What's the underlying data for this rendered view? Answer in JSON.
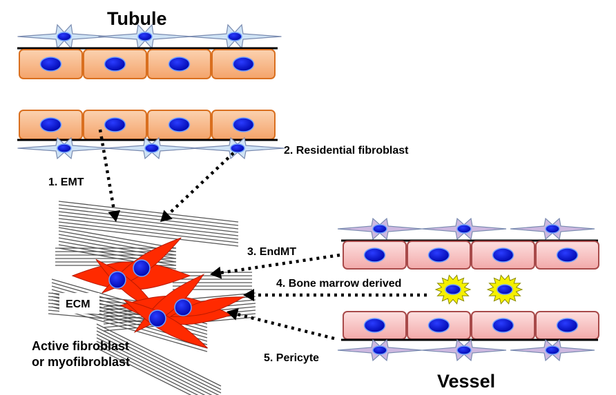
{
  "diagram": {
    "tubule_title": "Tubule",
    "vessel_title": "Vessel",
    "ecm_label": "ECM",
    "active_fibroblast_label": [
      "Active fibroblast",
      "or myofibroblast"
    ],
    "pathways": {
      "emt": "1.  EMT",
      "residential": "2. Residential fibroblast",
      "endmt": "3. EndMT",
      "bone_marrow": "4. Bone marrow derived",
      "pericyte": "5. Pericyte"
    }
  },
  "colors": {
    "epithelial_fill": "#f8b98a",
    "epithelial_stroke": "#d96f1f",
    "endothelial_fill": "#f7c5c5",
    "endothelial_stroke": "#a84a4a",
    "fibroblast_star_fill": "#cfe3f5",
    "pericyte_star_fill": "#cdb8e0",
    "nucleus": "#0010e0",
    "active_fibroblast": "#ff2a00",
    "bone_marrow_cell": "#f5f000",
    "ecm_lines": "#555555"
  }
}
